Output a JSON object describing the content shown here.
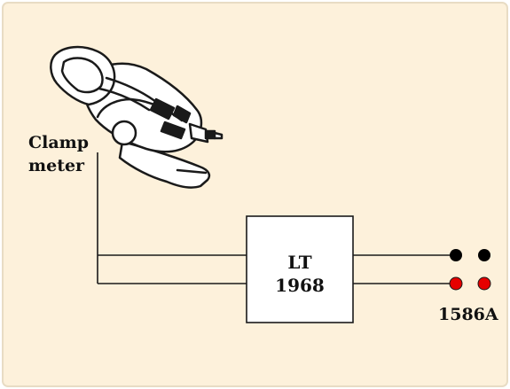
{
  "colors": {
    "background": "#FDF1DB",
    "outer_border": "#E8DCC4",
    "stroke": "#1a1a1a",
    "box_fill": "#FFFFFF",
    "terminal_black": "#000000",
    "terminal_red": "#E60000"
  },
  "clamp_meter": {
    "icon": "clamp-meter-icon",
    "label_line1": "Clamp",
    "label_line2": "meter"
  },
  "device_box": {
    "label_line1": "LT",
    "label_line2": "1968"
  },
  "meter": {
    "label": "1586A",
    "terminals": [
      "black",
      "black",
      "red",
      "red"
    ]
  }
}
